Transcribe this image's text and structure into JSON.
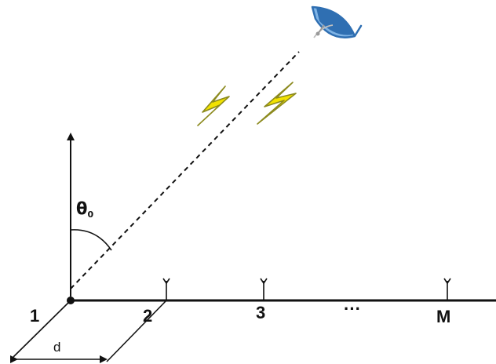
{
  "labels": {
    "element_1": "1",
    "element_2": "2",
    "element_3": "3",
    "ellipsis": "···",
    "element_M": "M",
    "spacing": "d",
    "angle_symbol": "θ",
    "angle_subscript": "0"
  },
  "icons": {
    "satellite": "satellite-dish-icon",
    "signal": "lightning-bolt-icon",
    "antenna": "antenna-icon"
  },
  "colors": {
    "line": "#111111",
    "dish_dark": "#2f6fb2",
    "dish_light": "#7fb4e6",
    "bolt_yellow": "#f2e200",
    "bolt_olive": "#8c8a1e"
  }
}
